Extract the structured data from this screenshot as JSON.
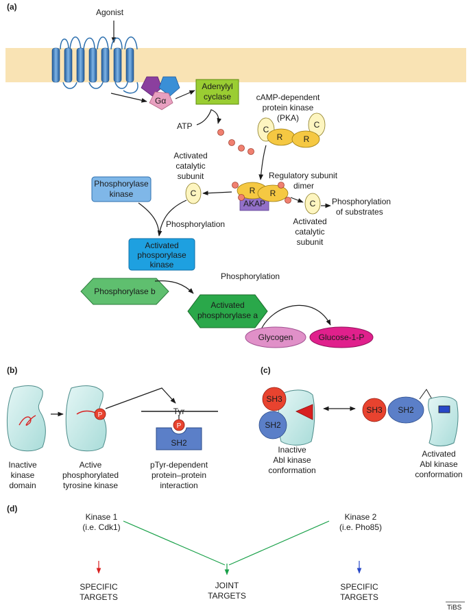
{
  "panel_a": {
    "label": "(a)",
    "agonist": "Agonist",
    "g_alpha": "Gα",
    "adenylyl_cyclase": [
      "Adenylyl",
      "cyclase"
    ],
    "atp": "ATP",
    "pka_label": [
      "cAMP-dependent",
      "protein kinase",
      "(PKA)"
    ],
    "c_letter": "C",
    "r_letter": "R",
    "akap": "AKAP",
    "activated_catalytic_subunit_left": [
      "Activated",
      "catalytic",
      "subunit"
    ],
    "regulatory_subunit_dimer": [
      "Regulatory subunit",
      "dimer"
    ],
    "phosphorylation_of_substrates": [
      "Phosphorylation",
      "of substrates"
    ],
    "activated_catalytic_subunit_right": [
      "Activated",
      "catalytic",
      "subunit"
    ],
    "phosphorylase_kinase": [
      "Phosphorylase",
      "kinase"
    ],
    "phosphorylation_1": "Phosphorylation",
    "activated_phosphorylase_kinase": [
      "Activated",
      "phosporylase",
      "kinase"
    ],
    "phosphorylation_2": "Phosphorylation",
    "phosphorylase_b": "Phosphorylase b",
    "activated_phosphorylase_a": [
      "Activated",
      "phosphorylase a"
    ],
    "glycogen": "Glycogen",
    "glucose_1_p": "Glucose-1-P"
  },
  "panel_b": {
    "label": "(b)",
    "phospho": "P",
    "tyr": "Tyr",
    "sh2": "SH2",
    "caption_1": [
      "Inactive",
      "kinase",
      "domain"
    ],
    "caption_2": [
      "Active",
      "phosphorylated",
      "tyrosine kinase"
    ],
    "caption_3": [
      "pTyr-dependent",
      "protein–protein",
      "interaction"
    ]
  },
  "panel_c": {
    "label": "(c)",
    "sh3": "SH3",
    "sh2": "SH2",
    "inactive_caption": [
      "Inactive",
      "Abl kinase",
      "conformation"
    ],
    "active_caption": [
      "Activated",
      "Abl kinase",
      "conformation"
    ]
  },
  "panel_d": {
    "label": "(d)",
    "kinase_1": [
      "Kinase 1",
      "(i.e. Cdk1)"
    ],
    "kinase_2": [
      "Kinase 2",
      "(i.e. Pho85)"
    ],
    "specific_targets_left": [
      "SPECIFIC",
      "TARGETS"
    ],
    "joint_targets": [
      "JOINT",
      "TARGETS"
    ],
    "specific_targets_right": [
      "SPECIFIC",
      "TARGETS"
    ]
  },
  "footer": {
    "credit": "TiBS"
  },
  "colors": {
    "membrane": "#f9e3b4",
    "receptor": "#3a7fc1",
    "g_alpha": "#e8a0c0",
    "purple_subunit": "#8b3f9e",
    "blue_subunit": "#3a8fd6",
    "adenylyl_cyclase": "#9acd32",
    "camp": "#f08070",
    "pka_yellow": "#f5c842",
    "catalytic_pale": "#fdf5c0",
    "akap": "#9370c8",
    "phosphorylase_kinase": "#7fb7e8",
    "activated_kinase": "#1ea0e0",
    "phosphorylase_green": "#5fbf6f",
    "glycogen": "#e090c8",
    "glucose": "#e0208c",
    "kinase_domain": "#c8ecea",
    "phospho_red": "#e8432f",
    "sh2_blue": "#5b7fc8",
    "arrow_red": "#d82020",
    "arrow_green": "#18a048",
    "arrow_blue": "#2848c8"
  }
}
